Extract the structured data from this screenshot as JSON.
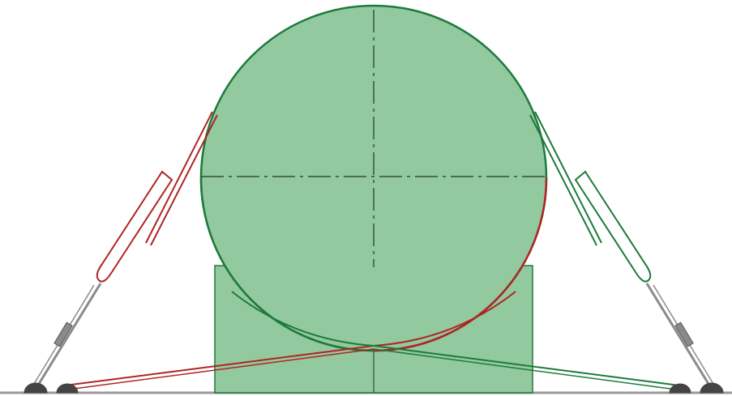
{
  "colors": {
    "fill": "#93c99f",
    "green_line": "#1e7a3c",
    "red_line": "#b02424",
    "centerline": "#2f4f3a",
    "ground": "#9a9a9a",
    "turnbuckle": "#8a8a8a",
    "anchor": "#444444"
  },
  "components": {
    "cargo": "cylinder",
    "support": "saddle",
    "left_lashing": "red",
    "right_lashing": "green",
    "crossing_lashings": 2,
    "anchors": 4,
    "turnbuckles": 2
  }
}
